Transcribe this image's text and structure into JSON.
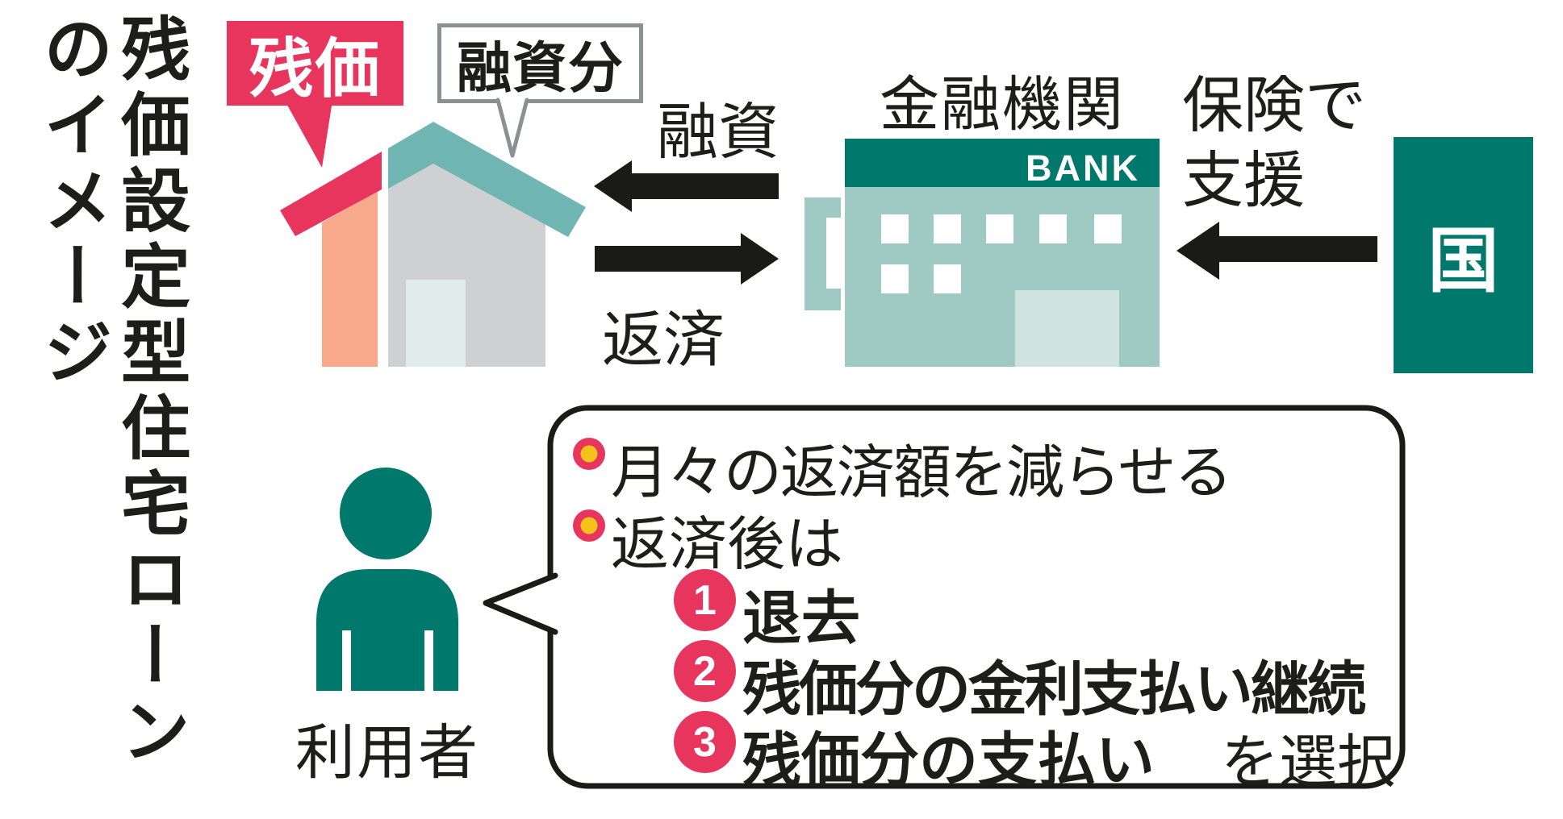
{
  "title": "残価設定型住宅ローン\nのイメージ",
  "house": {
    "zanka_label": "残価",
    "yushibun_label": "融資分"
  },
  "flows": {
    "loan_label": "融資",
    "repay_label": "返済",
    "insurance_label": "保険で\n支援"
  },
  "bank": {
    "name": "金融機関",
    "sign": "BANK"
  },
  "government": {
    "label": "国"
  },
  "user": {
    "label": "利用者"
  },
  "bubble": {
    "bullet1": "月々の返済額を減らせる",
    "bullet2": "返済後は",
    "options": [
      {
        "num": "1",
        "text": "退去"
      },
      {
        "num": "2",
        "text": "残価分の金利支払い継続"
      },
      {
        "num": "3",
        "text": "残価分の支払い"
      }
    ],
    "suffix": "を選択"
  },
  "colors": {
    "accent_pink": "#e8355e",
    "bullet_yellow": "#f5c21a",
    "teal_dark": "#00786c",
    "teal_roof": "#6fb6b2",
    "teal_light": "#9fc9c3",
    "bank_door": "#cfe3df",
    "salmon": "#f9a98b",
    "house_gray": "#ced0d2",
    "house_door": "#e0ecea",
    "outline_gray": "#8b9095",
    "ink_black": "#1d1d1b"
  }
}
